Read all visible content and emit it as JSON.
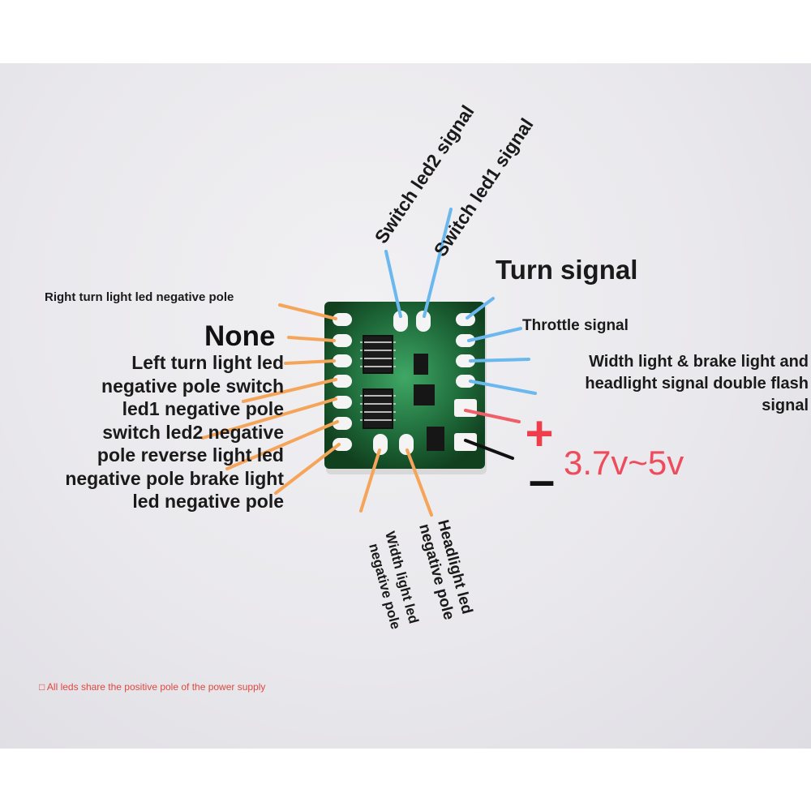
{
  "labels": {
    "switch_led2_signal": "Switch led2 signal",
    "switch_led1_signal": "Switch led1 signal",
    "turn_signal": "Turn signal",
    "right_turn_neg": "Right turn light led negative pole",
    "none": "None",
    "left_lines": [
      "Left turn light led",
      "negative pole switch",
      "led1 negative pole",
      "switch led2 negative",
      "pole reverse light led",
      "negative pole brake light",
      "led negative pole"
    ],
    "throttle_signal": "Throttle signal",
    "width_brake_lines": [
      "Width light & brake light and",
      "headlight signal double flash",
      "signal"
    ],
    "plus": "+",
    "minus": "–",
    "voltage": "3.7v~5v",
    "headlight_lines": [
      "Headlight led",
      "negative pole"
    ],
    "width_lines": [
      "Width light led",
      "negative pole"
    ],
    "footnote": "□ All leds share the positive pole of the power supply"
  },
  "colors": {
    "background": "#ffffff",
    "paper": "#ecebef",
    "board": "#1f6b3a",
    "orange_line": "#f4a55a",
    "blue_line": "#6bb8ee",
    "red_line": "#ee5f6a",
    "black_line": "#111111",
    "pad": "#f4f4f4",
    "plus": "#ee3d4b",
    "voltage": "#ee4b5c",
    "footnote": "#e0473f"
  }
}
